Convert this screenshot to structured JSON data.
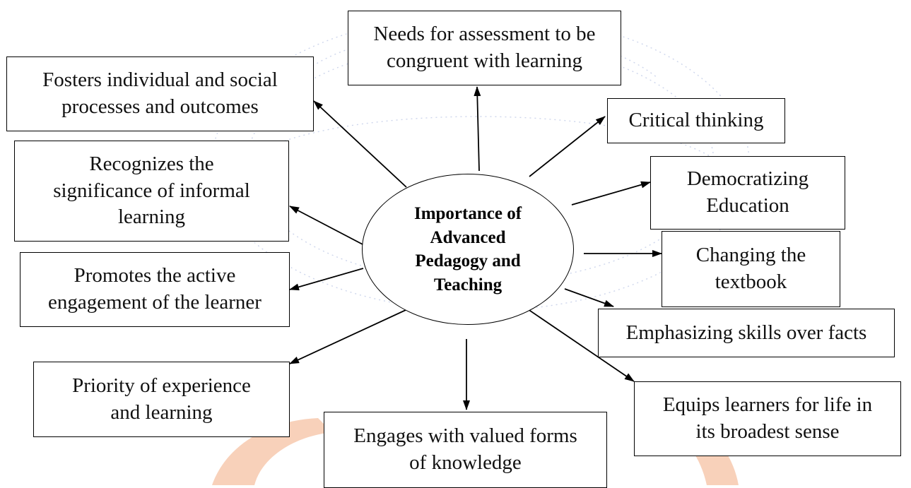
{
  "diagram": {
    "center": {
      "label": "Importance of\nAdvanced\nPedagogy and\nTeaching"
    },
    "nodes": [
      {
        "id": "needs-assessment",
        "label": "Needs for assessment to be\ncongruent with learning"
      },
      {
        "id": "fosters",
        "label": "Fosters individual and social\nprocesses and outcomes"
      },
      {
        "id": "critical",
        "label": "Critical thinking"
      },
      {
        "id": "recognizes",
        "label": "Recognizes the\nsignificance  of informal\nlearning"
      },
      {
        "id": "democratizing",
        "label": "Democratizing\nEducation"
      },
      {
        "id": "changing",
        "label": "Changing the\ntextbook"
      },
      {
        "id": "promotes",
        "label": "Promotes the active\nengagement of the learner"
      },
      {
        "id": "emphasizing",
        "label": "Emphasizing skills over facts"
      },
      {
        "id": "priority",
        "label": "Priority of experience\nand learning"
      },
      {
        "id": "equips",
        "label": "Equips learners for life in\nits broadest sense"
      },
      {
        "id": "engages",
        "label": "Engages with valued forms\nof knowledge"
      }
    ],
    "arrows": [
      {
        "from": "center",
        "to": "needs-assessment"
      },
      {
        "from": "center",
        "to": "fosters"
      },
      {
        "from": "center",
        "to": "critical"
      },
      {
        "from": "center",
        "to": "recognizes"
      },
      {
        "from": "center",
        "to": "democratizing"
      },
      {
        "from": "center",
        "to": "changing"
      },
      {
        "from": "center",
        "to": "promotes"
      },
      {
        "from": "center",
        "to": "emphasizing"
      },
      {
        "from": "center",
        "to": "priority"
      },
      {
        "from": "center",
        "to": "equips"
      },
      {
        "from": "center",
        "to": "engages"
      }
    ],
    "colors": {
      "line": "#000000",
      "watermark_blue": "#c9d2ea",
      "watermark_orange": "#ef9a66"
    }
  }
}
